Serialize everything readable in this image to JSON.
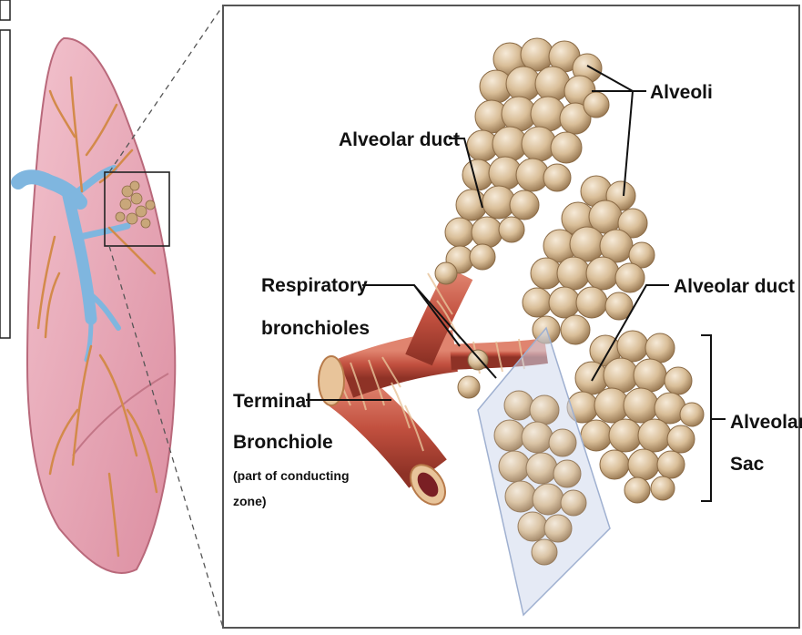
{
  "labels": {
    "alveoli": "Alveoli",
    "alveolar_duct_top": "Alveolar duct",
    "alveolar_duct_right": "Alveolar duct",
    "respiratory_1": "Respiratory",
    "respiratory_2": "bronchioles",
    "terminal_1": "Terminal",
    "terminal_2": "Bronchiole",
    "conducting_1": "(part of conducting",
    "conducting_2": "zone)",
    "alveolar_sac_1": "Alveolar",
    "alveolar_sac_2": "Sac"
  },
  "colors": {
    "lung": "#e9a9b8",
    "bronchi_blue": "#7fb6df",
    "bronchiole_red": "#c2503f",
    "alveoli_tan": "#d9be98",
    "panel_border": "#555555"
  },
  "icons": {
    "lung": "lung-illustration",
    "alveolar_cluster": "alveolar-cluster-illustration"
  }
}
